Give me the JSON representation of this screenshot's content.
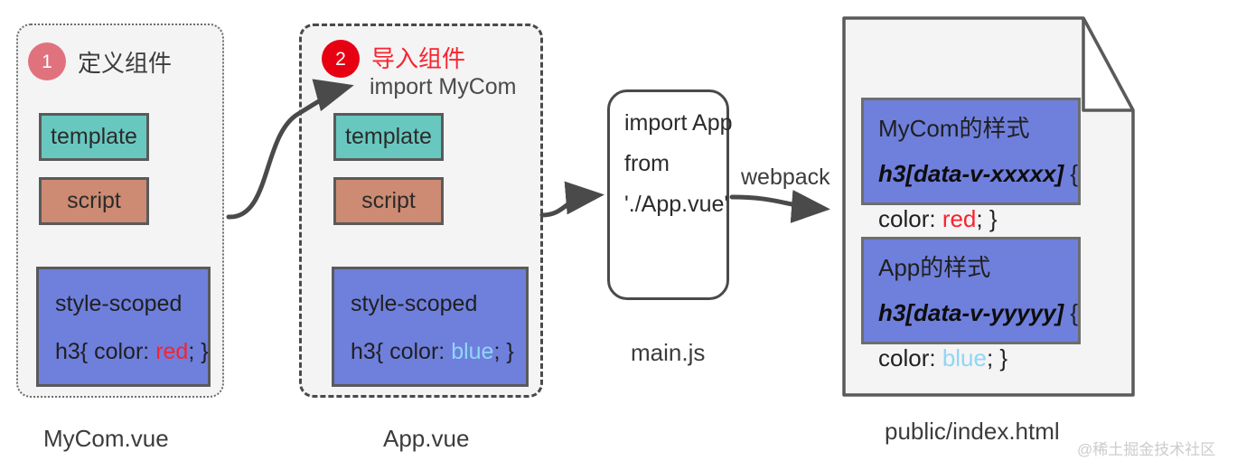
{
  "panels": {
    "mycom": {
      "caption": "MyCom.vue",
      "badge": {
        "number": "1",
        "color": "#e0727e",
        "label": "定义组件",
        "label_color": "#3c3c3c"
      },
      "boxes": [
        {
          "name": "template",
          "label": "template",
          "color": "#68c8c0"
        },
        {
          "name": "script",
          "label": "script",
          "color": "#cd8b73"
        }
      ],
      "style_box": {
        "title": "style-scoped",
        "rule_prefix": "h3{ color: ",
        "rule_value": "red",
        "rule_suffix": "; }",
        "value_color": "#f8232f",
        "color": "#6f7fdc"
      }
    },
    "app": {
      "caption": "App.vue",
      "badge": {
        "number": "2",
        "color": "#e60012",
        "label": "导入组件",
        "label_color": "#f8232f"
      },
      "sub_label": "import MyCom",
      "boxes": [
        {
          "name": "template",
          "label": "template",
          "color": "#68c8c0"
        },
        {
          "name": "script",
          "label": "script",
          "color": "#cd8b73"
        }
      ],
      "style_box": {
        "title": "style-scoped",
        "rule_prefix": "h3{ color: ",
        "rule_value": "blue",
        "rule_suffix": "; }",
        "value_color": "#8fd6f7",
        "color": "#6f7fdc"
      }
    },
    "mainjs": {
      "caption": "main.js",
      "lines": [
        "import App",
        "from",
        "'./App.vue'"
      ]
    },
    "index_html": {
      "caption": "public/index.html",
      "blocks": [
        {
          "title": "MyCom的样式",
          "selector": "h3[data-v-xxxxx]",
          "brace_open": " {",
          "decl_prefix": "color: ",
          "decl_value": "red",
          "decl_suffix": "; }",
          "value_color": "#f8232f"
        },
        {
          "title": "App的样式",
          "selector": "h3[data-v-yyyyy]",
          "brace_open": " {",
          "decl_prefix": "color: ",
          "decl_value": "blue",
          "decl_suffix": "; }",
          "value_color": "#8fd6f7"
        }
      ]
    }
  },
  "edges": {
    "webpack_label": "webpack"
  },
  "watermark": "@稀土掘金技术社区",
  "colors": {
    "panel_bg": "#f4f4f4",
    "stroke": "#4a4a4a",
    "blue_box": "#6f7fdc",
    "teal": "#68c8c0",
    "salmon": "#cd8b73",
    "red": "#f8232f",
    "light_blue": "#8fd6f7"
  }
}
